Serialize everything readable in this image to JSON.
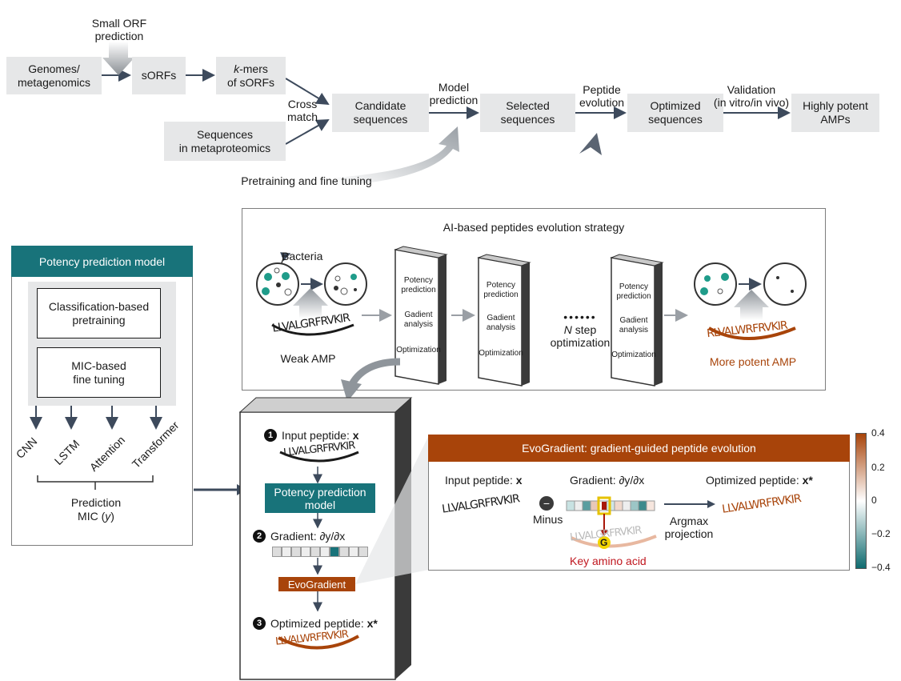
{
  "pipeline": {
    "small_orf": "Small ORF\nprediction",
    "genomes": "Genomes/\nmetagenomics",
    "sorfs": "sORFs",
    "kmers_k": "k",
    "kmers_rest": "-mers\nof sORFs",
    "sequences": "Sequences\nin metaproteomics",
    "cross_match": "Cross\nmatch",
    "candidate": "Candidate\nsequences",
    "model_prediction": "Model\nprediction",
    "selected": "Selected\nsequences",
    "peptide_evolution": "Peptide\nevolution",
    "optimized": "Optimized\nsequences",
    "validation": "Validation\n(in vitro/in vivo)",
    "highly_potent": "Highly potent\nAMPs",
    "pretraining": "Pretraining and fine tuning"
  },
  "evolution": {
    "title": "AI-based peptides evolution strategy",
    "bacteria": "Bacteria",
    "weak_amp": "Weak AMP",
    "more_potent": "More potent AMP",
    "n": "N",
    "step_opt": " step\noptimization",
    "dots": "••••••",
    "slab_lines": [
      "Potency\nprediction",
      "Gadient\nanalysis",
      "Optimization"
    ],
    "weak_seq": "LLVALGRFRVKIR",
    "potent_seq": "RLVALWRFRVKIR"
  },
  "potency_model": {
    "title": "Potency prediction model",
    "classification": "Classification-based\npretraining",
    "mic": "MIC-based\nfine tuning",
    "models": [
      "CNN",
      "LSTM",
      "Attention",
      "Transformer"
    ],
    "prediction": "Prediction",
    "mic_y_prefix": "MIC (",
    "mic_y_var": "y",
    "mic_y_suffix": ")"
  },
  "steps": {
    "step1_num": "1",
    "step1_label": "Input peptide: ",
    "step1_var": "x",
    "step1_seq": "LLVALGRFRVKIR",
    "model_label": "Potency prediction\nmodel",
    "step2_num": "2",
    "step2_label": "Gradient: ∂y/∂x",
    "evograd": "EvoGradient",
    "step3_num": "3",
    "step3_label": "Optimized peptide: ",
    "step3_var": "x*",
    "step3_seq": "LLVALWRFRVKIR"
  },
  "evogradient": {
    "title": "EvoGradient: gradient-guided peptide evolution",
    "input_label": "Input peptide: ",
    "input_var": "x",
    "gradient_label": "Gradient: ∂y/∂x",
    "optimized_label": "Optimized peptide: ",
    "optimized_var": "x*",
    "minus_sign": "−",
    "minus": "Minus",
    "argmax": "Argmax\nprojection",
    "key_aa": "Key amino acid",
    "g": "G",
    "input_seq": "LLVALGRFRVKIR",
    "opt_seq": "LLVALWRFRVKIR"
  },
  "colorbar": {
    "ticks": [
      "0.4",
      "0.2",
      "0",
      "−0.2",
      "−0.4"
    ],
    "colors": {
      "top": "#a8440a",
      "mid": "#ffffff",
      "bottom": "#0f6b6f"
    }
  }
}
